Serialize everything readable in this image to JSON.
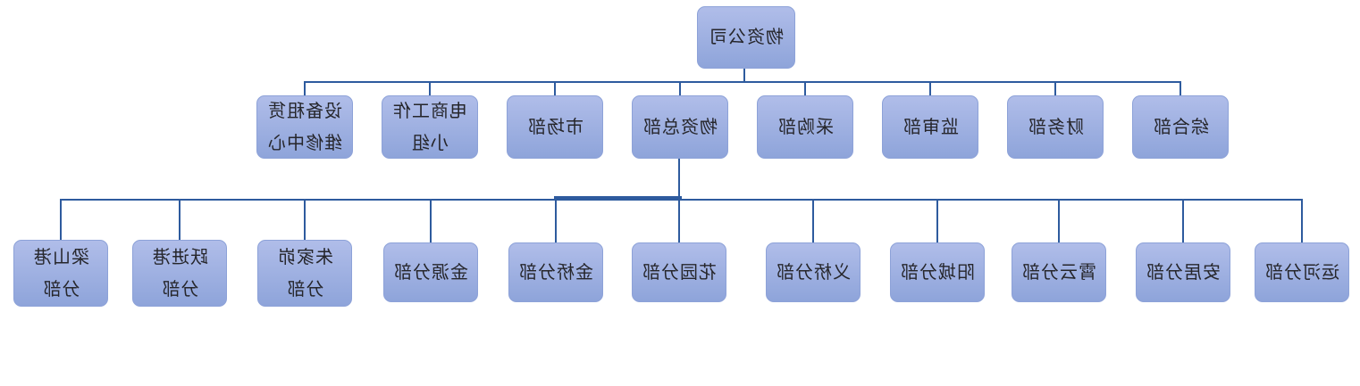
{
  "org": {
    "root": {
      "label": "物资公司"
    },
    "level2": [
      {
        "label": "设备租赁\n维修中心"
      },
      {
        "label": "电商工作\n小组"
      },
      {
        "label": "市场部"
      },
      {
        "label": "物资总部"
      },
      {
        "label": "采购部"
      },
      {
        "label": "监审部"
      },
      {
        "label": "财务部"
      },
      {
        "label": "综合部"
      }
    ],
    "level3": [
      {
        "label": "梁山港\n分部"
      },
      {
        "label": "跃进港\n分部"
      },
      {
        "label": "朱家峁\n分部"
      },
      {
        "label": "金源分部"
      },
      {
        "label": "金桥分部"
      },
      {
        "label": "花园分部"
      },
      {
        "label": "义桥分部"
      },
      {
        "label": "阳城分部"
      },
      {
        "label": "霄云分部"
      },
      {
        "label": "安居分部"
      },
      {
        "label": "运河分部"
      }
    ]
  },
  "render": {
    "mirrored_horizontally": true
  },
  "colors": {
    "background": "#ffffff",
    "box_fill_top": "#b0bde9",
    "box_fill_bottom": "#8ea4da",
    "box_border": "#8da2d8",
    "connector": "#2e5b9e",
    "text_color": "#26262b"
  }
}
